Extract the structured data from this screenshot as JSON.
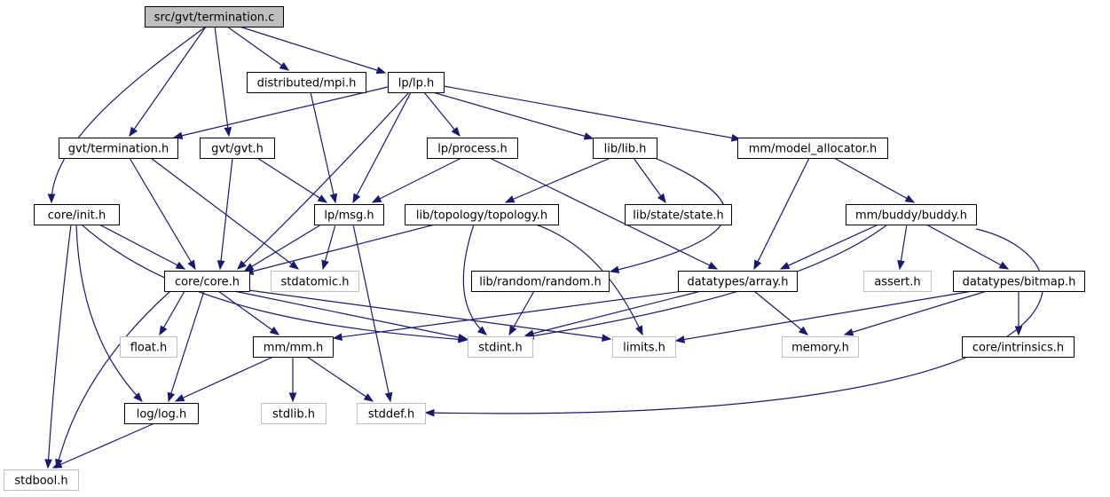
{
  "diagram": {
    "colors": {
      "edge": "#191970",
      "box_border": "#000000",
      "box_fill": "#ffffff",
      "root_fill": "#bfbfbf",
      "system_border": "#bfbfbf",
      "text": "#000000"
    },
    "nodes": [
      {
        "id": "root",
        "label": "src/gvt/termination.c",
        "kind": "root"
      },
      {
        "id": "mpi",
        "label": "distributed/mpi.h",
        "kind": "local"
      },
      {
        "id": "lp",
        "label": "lp/lp.h",
        "kind": "local"
      },
      {
        "id": "termh",
        "label": "gvt/termination.h",
        "kind": "local"
      },
      {
        "id": "gvth",
        "label": "gvt/gvt.h",
        "kind": "local"
      },
      {
        "id": "process",
        "label": "lp/process.h",
        "kind": "local"
      },
      {
        "id": "lib",
        "label": "lib/lib.h",
        "kind": "local"
      },
      {
        "id": "alloc",
        "label": "mm/model_allocator.h",
        "kind": "local"
      },
      {
        "id": "init",
        "label": "core/init.h",
        "kind": "local"
      },
      {
        "id": "msg",
        "label": "lp/msg.h",
        "kind": "local"
      },
      {
        "id": "topo",
        "label": "lib/topology/topology.h",
        "kind": "local"
      },
      {
        "id": "state",
        "label": "lib/state/state.h",
        "kind": "local"
      },
      {
        "id": "buddy",
        "label": "mm/buddy/buddy.h",
        "kind": "local"
      },
      {
        "id": "core",
        "label": "core/core.h",
        "kind": "local"
      },
      {
        "id": "atomic",
        "label": "stdatomic.h",
        "kind": "system"
      },
      {
        "id": "random",
        "label": "lib/random/random.h",
        "kind": "local"
      },
      {
        "id": "array",
        "label": "datatypes/array.h",
        "kind": "local"
      },
      {
        "id": "assert",
        "label": "assert.h",
        "kind": "system"
      },
      {
        "id": "bitmap",
        "label": "datatypes/bitmap.h",
        "kind": "local"
      },
      {
        "id": "float",
        "label": "float.h",
        "kind": "system"
      },
      {
        "id": "mm",
        "label": "mm/mm.h",
        "kind": "local"
      },
      {
        "id": "stdint",
        "label": "stdint.h",
        "kind": "system"
      },
      {
        "id": "limits",
        "label": "limits.h",
        "kind": "system"
      },
      {
        "id": "memory",
        "label": "memory.h",
        "kind": "system"
      },
      {
        "id": "intrin",
        "label": "core/intrinsics.h",
        "kind": "local"
      },
      {
        "id": "log",
        "label": "log/log.h",
        "kind": "local"
      },
      {
        "id": "stdlib",
        "label": "stdlib.h",
        "kind": "system"
      },
      {
        "id": "stddef",
        "label": "stddef.h",
        "kind": "system"
      },
      {
        "id": "stdbool",
        "label": "stdbool.h",
        "kind": "system"
      }
    ],
    "edges": [
      {
        "from": "root",
        "to": "init"
      },
      {
        "from": "root",
        "to": "termh"
      },
      {
        "from": "root",
        "to": "gvth"
      },
      {
        "from": "root",
        "to": "mpi"
      },
      {
        "from": "root",
        "to": "lp"
      },
      {
        "from": "mpi",
        "to": "msg"
      },
      {
        "from": "lp",
        "to": "termh"
      },
      {
        "from": "lp",
        "to": "core"
      },
      {
        "from": "lp",
        "to": "msg"
      },
      {
        "from": "lp",
        "to": "process"
      },
      {
        "from": "lp",
        "to": "lib"
      },
      {
        "from": "lp",
        "to": "alloc"
      },
      {
        "from": "termh",
        "to": "core"
      },
      {
        "from": "termh",
        "to": "atomic"
      },
      {
        "from": "gvth",
        "to": "core"
      },
      {
        "from": "gvth",
        "to": "msg"
      },
      {
        "from": "process",
        "to": "msg"
      },
      {
        "from": "process",
        "to": "array"
      },
      {
        "from": "lib",
        "to": "topo"
      },
      {
        "from": "lib",
        "to": "state"
      },
      {
        "from": "lib",
        "to": "random"
      },
      {
        "from": "alloc",
        "to": "array"
      },
      {
        "from": "alloc",
        "to": "buddy"
      },
      {
        "from": "init",
        "to": "core"
      },
      {
        "from": "init",
        "to": "stdint"
      },
      {
        "from": "init",
        "to": "log"
      },
      {
        "from": "init",
        "to": "stdbool"
      },
      {
        "from": "msg",
        "to": "core"
      },
      {
        "from": "msg",
        "to": "atomic"
      },
      {
        "from": "msg",
        "to": "stddef"
      },
      {
        "from": "topo",
        "to": "core"
      },
      {
        "from": "topo",
        "to": "stdint"
      },
      {
        "from": "topo",
        "to": "limits"
      },
      {
        "from": "buddy",
        "to": "array"
      },
      {
        "from": "buddy",
        "to": "assert"
      },
      {
        "from": "buddy",
        "to": "bitmap"
      },
      {
        "from": "buddy",
        "to": "stdint"
      },
      {
        "from": "buddy",
        "to": "stddef"
      },
      {
        "from": "core",
        "to": "float"
      },
      {
        "from": "core",
        "to": "mm"
      },
      {
        "from": "core",
        "to": "stdint"
      },
      {
        "from": "core",
        "to": "limits"
      },
      {
        "from": "core",
        "to": "log"
      },
      {
        "from": "core",
        "to": "stdbool"
      },
      {
        "from": "random",
        "to": "stdint"
      },
      {
        "from": "array",
        "to": "mm"
      },
      {
        "from": "array",
        "to": "stdint"
      },
      {
        "from": "array",
        "to": "memory"
      },
      {
        "from": "bitmap",
        "to": "intrin"
      },
      {
        "from": "bitmap",
        "to": "limits"
      },
      {
        "from": "bitmap",
        "to": "memory"
      },
      {
        "from": "mm",
        "to": "log"
      },
      {
        "from": "mm",
        "to": "stdlib"
      },
      {
        "from": "mm",
        "to": "stddef"
      },
      {
        "from": "log",
        "to": "stdbool"
      }
    ]
  }
}
